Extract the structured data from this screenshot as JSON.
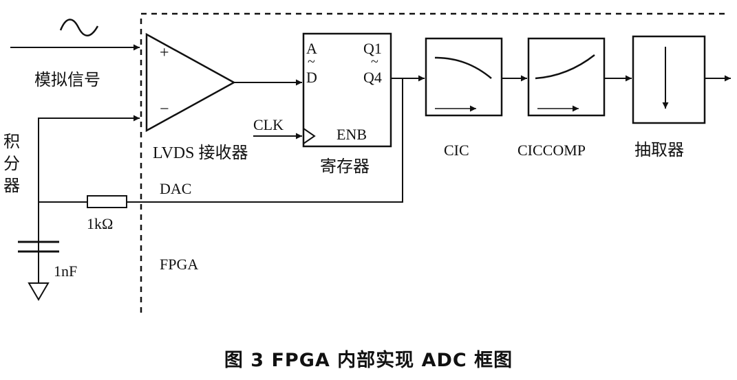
{
  "diagram": {
    "analog_signal_label": "模拟信号",
    "integrator_label": [
      "积",
      "分",
      "器"
    ],
    "comparator_plus": "+",
    "comparator_minus": "−",
    "lvds_label": "LVDS 接收器",
    "reg_in_a": "A",
    "reg_in_tilde": "~",
    "reg_in_d": "D",
    "reg_out_q1": "Q1",
    "reg_out_tilde": "~",
    "reg_out_q4": "Q4",
    "reg_enb": "ENB",
    "clk_label": "CLK",
    "register_label": "寄存器",
    "dac_label": "DAC",
    "resistor_label": "1kΩ",
    "capacitor_label": "1nF",
    "fpga_label": "FPGA",
    "cic_label": "CIC",
    "ciccomp_label": "CICCOMP",
    "decimator_label": "抽取器"
  },
  "caption": "图 3   FPGA 内部实现 ADC 框图",
  "colors": {
    "line": "#111111",
    "background": "#ffffff"
  }
}
